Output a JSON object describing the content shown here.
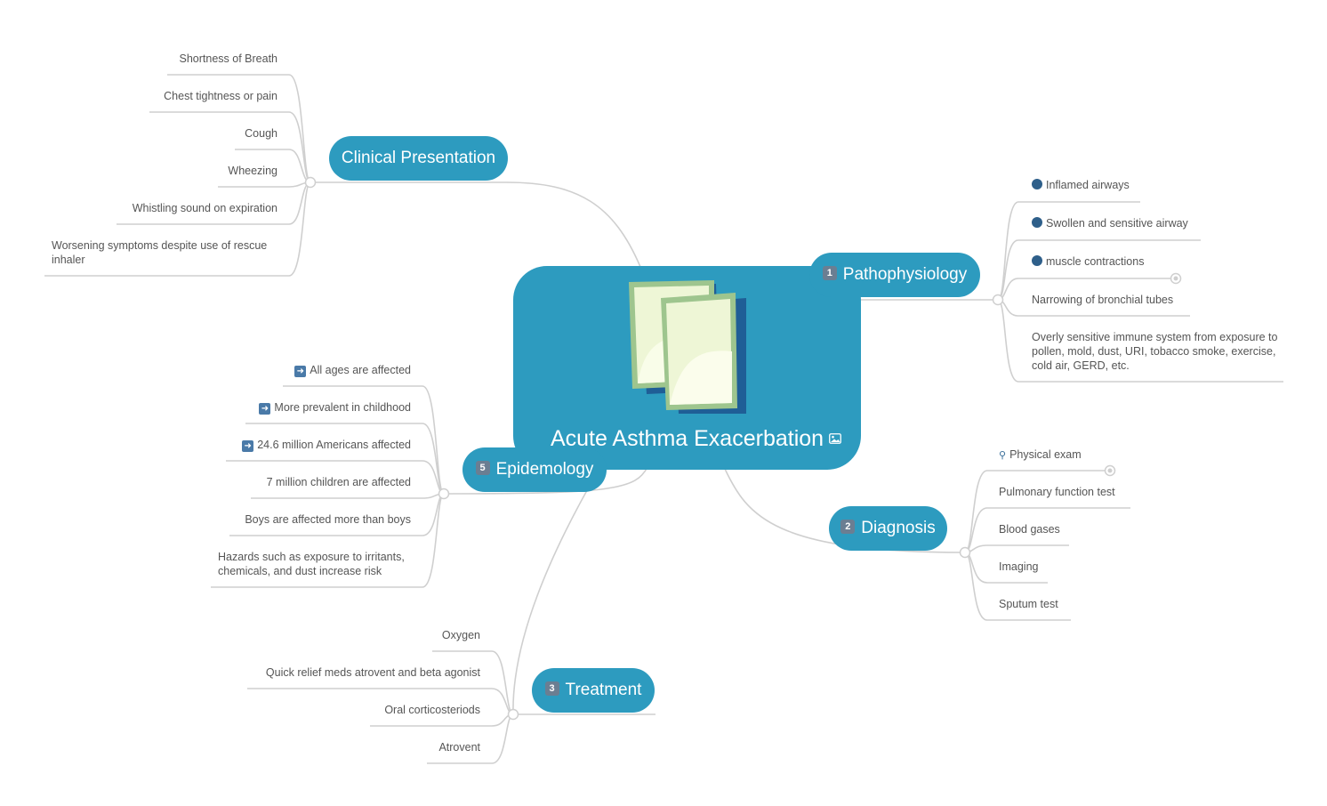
{
  "root": {
    "title": "Acute Asthma Exacerbation",
    "image_icon": "image-icon"
  },
  "colors": {
    "branch": "#2d9bbf",
    "line": "#cccccc",
    "text": "#555555",
    "dot": "#2e5f8a"
  },
  "branches": {
    "clinical": {
      "label": "Clinical Presentation",
      "items": [
        "Shortness of Breath",
        "Chest tightness or pain",
        "Cough",
        "Wheezing",
        "Whistling sound on expiration",
        "Worsening symptoms despite use of rescue inhaler"
      ]
    },
    "patho": {
      "number": "1",
      "label": "Pathophysiology",
      "items": [
        "Inflamed airways",
        "Swollen and sensitive airway",
        "muscle contractions",
        "Narrowing of bronchial tubes",
        "Overly sensitive immune system from exposure to pollen, mold, dust, URI, tobacco smoke, exercise, cold air, GERD, etc."
      ]
    },
    "epi": {
      "number": "5",
      "label": "Epidemology",
      "items": [
        "All ages are affected",
        "More prevalent in childhood",
        "24.6 million Americans affected",
        "7 million children are affected",
        "Boys are affected more than boys",
        "Hazards such as exposure to irritants, chemicals, and dust increase risk"
      ]
    },
    "diag": {
      "number": "2",
      "label": "Diagnosis",
      "items": [
        "Physical exam",
        "Pulmonary function test",
        "Blood gases",
        "Imaging",
        "Sputum test"
      ]
    },
    "treat": {
      "number": "3",
      "label": "Treatment",
      "items": [
        "Oxygen",
        "Quick relief meds atrovent and beta agonist",
        "Oral corticosteriods",
        "Atrovent"
      ]
    }
  }
}
